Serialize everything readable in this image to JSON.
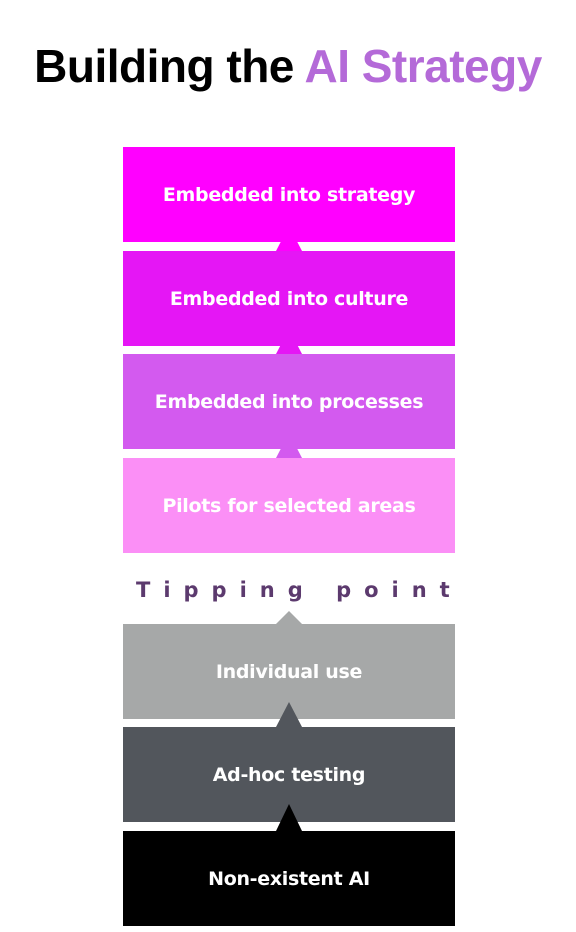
{
  "title": {
    "prefix": "Building the ",
    "accent": "AI Strategy"
  },
  "colors": {
    "title_accent": "#b46ad8",
    "tipping_point": "#5c3a6e",
    "step_strategy": "#ff00ff",
    "step_culture": "#e516f5",
    "step_processes": "#d35aef",
    "step_pilots": "#fb8ff6",
    "step_individual": "#a6a8a8",
    "step_adhoc": "#52565c",
    "step_nonexistent": "#000000"
  },
  "steps": [
    {
      "label": "Embedded into strategy"
    },
    {
      "label": "Embedded into culture"
    },
    {
      "label": "Embedded into processes"
    },
    {
      "label": "Pilots for selected areas"
    },
    {
      "label": "Individual use"
    },
    {
      "label": "Ad-hoc testing"
    },
    {
      "label": "Non-existent AI"
    }
  ],
  "divider": {
    "label": "Tipping point"
  }
}
